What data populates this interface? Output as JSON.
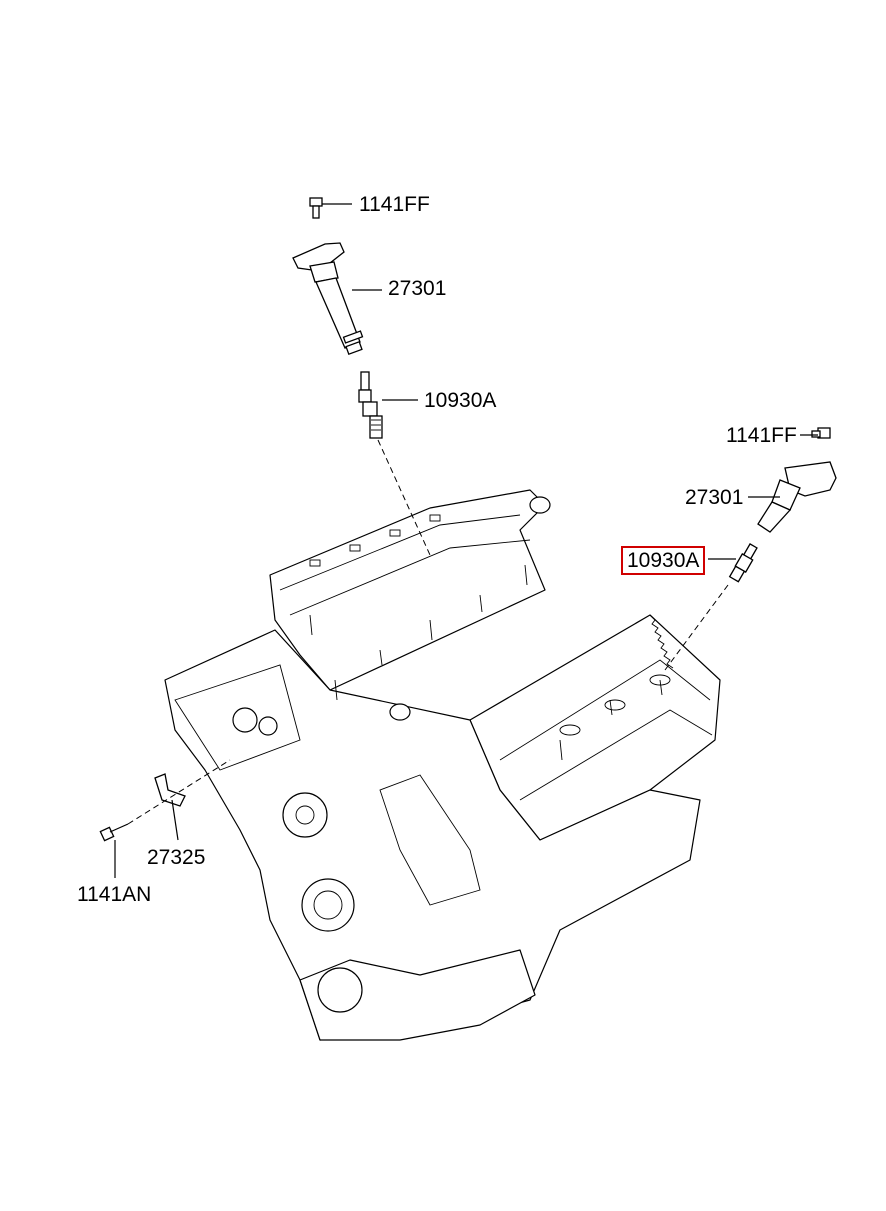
{
  "callouts": {
    "bolt_top_left": "1141FF",
    "coil_left": "27301",
    "plug_left": "10930A",
    "bolt_top_right": "1141FF",
    "coil_right": "27301",
    "plug_right": "10930A",
    "bracket": "27325",
    "bolt_bracket": "1141AN"
  },
  "highlight_color": "#d00000"
}
